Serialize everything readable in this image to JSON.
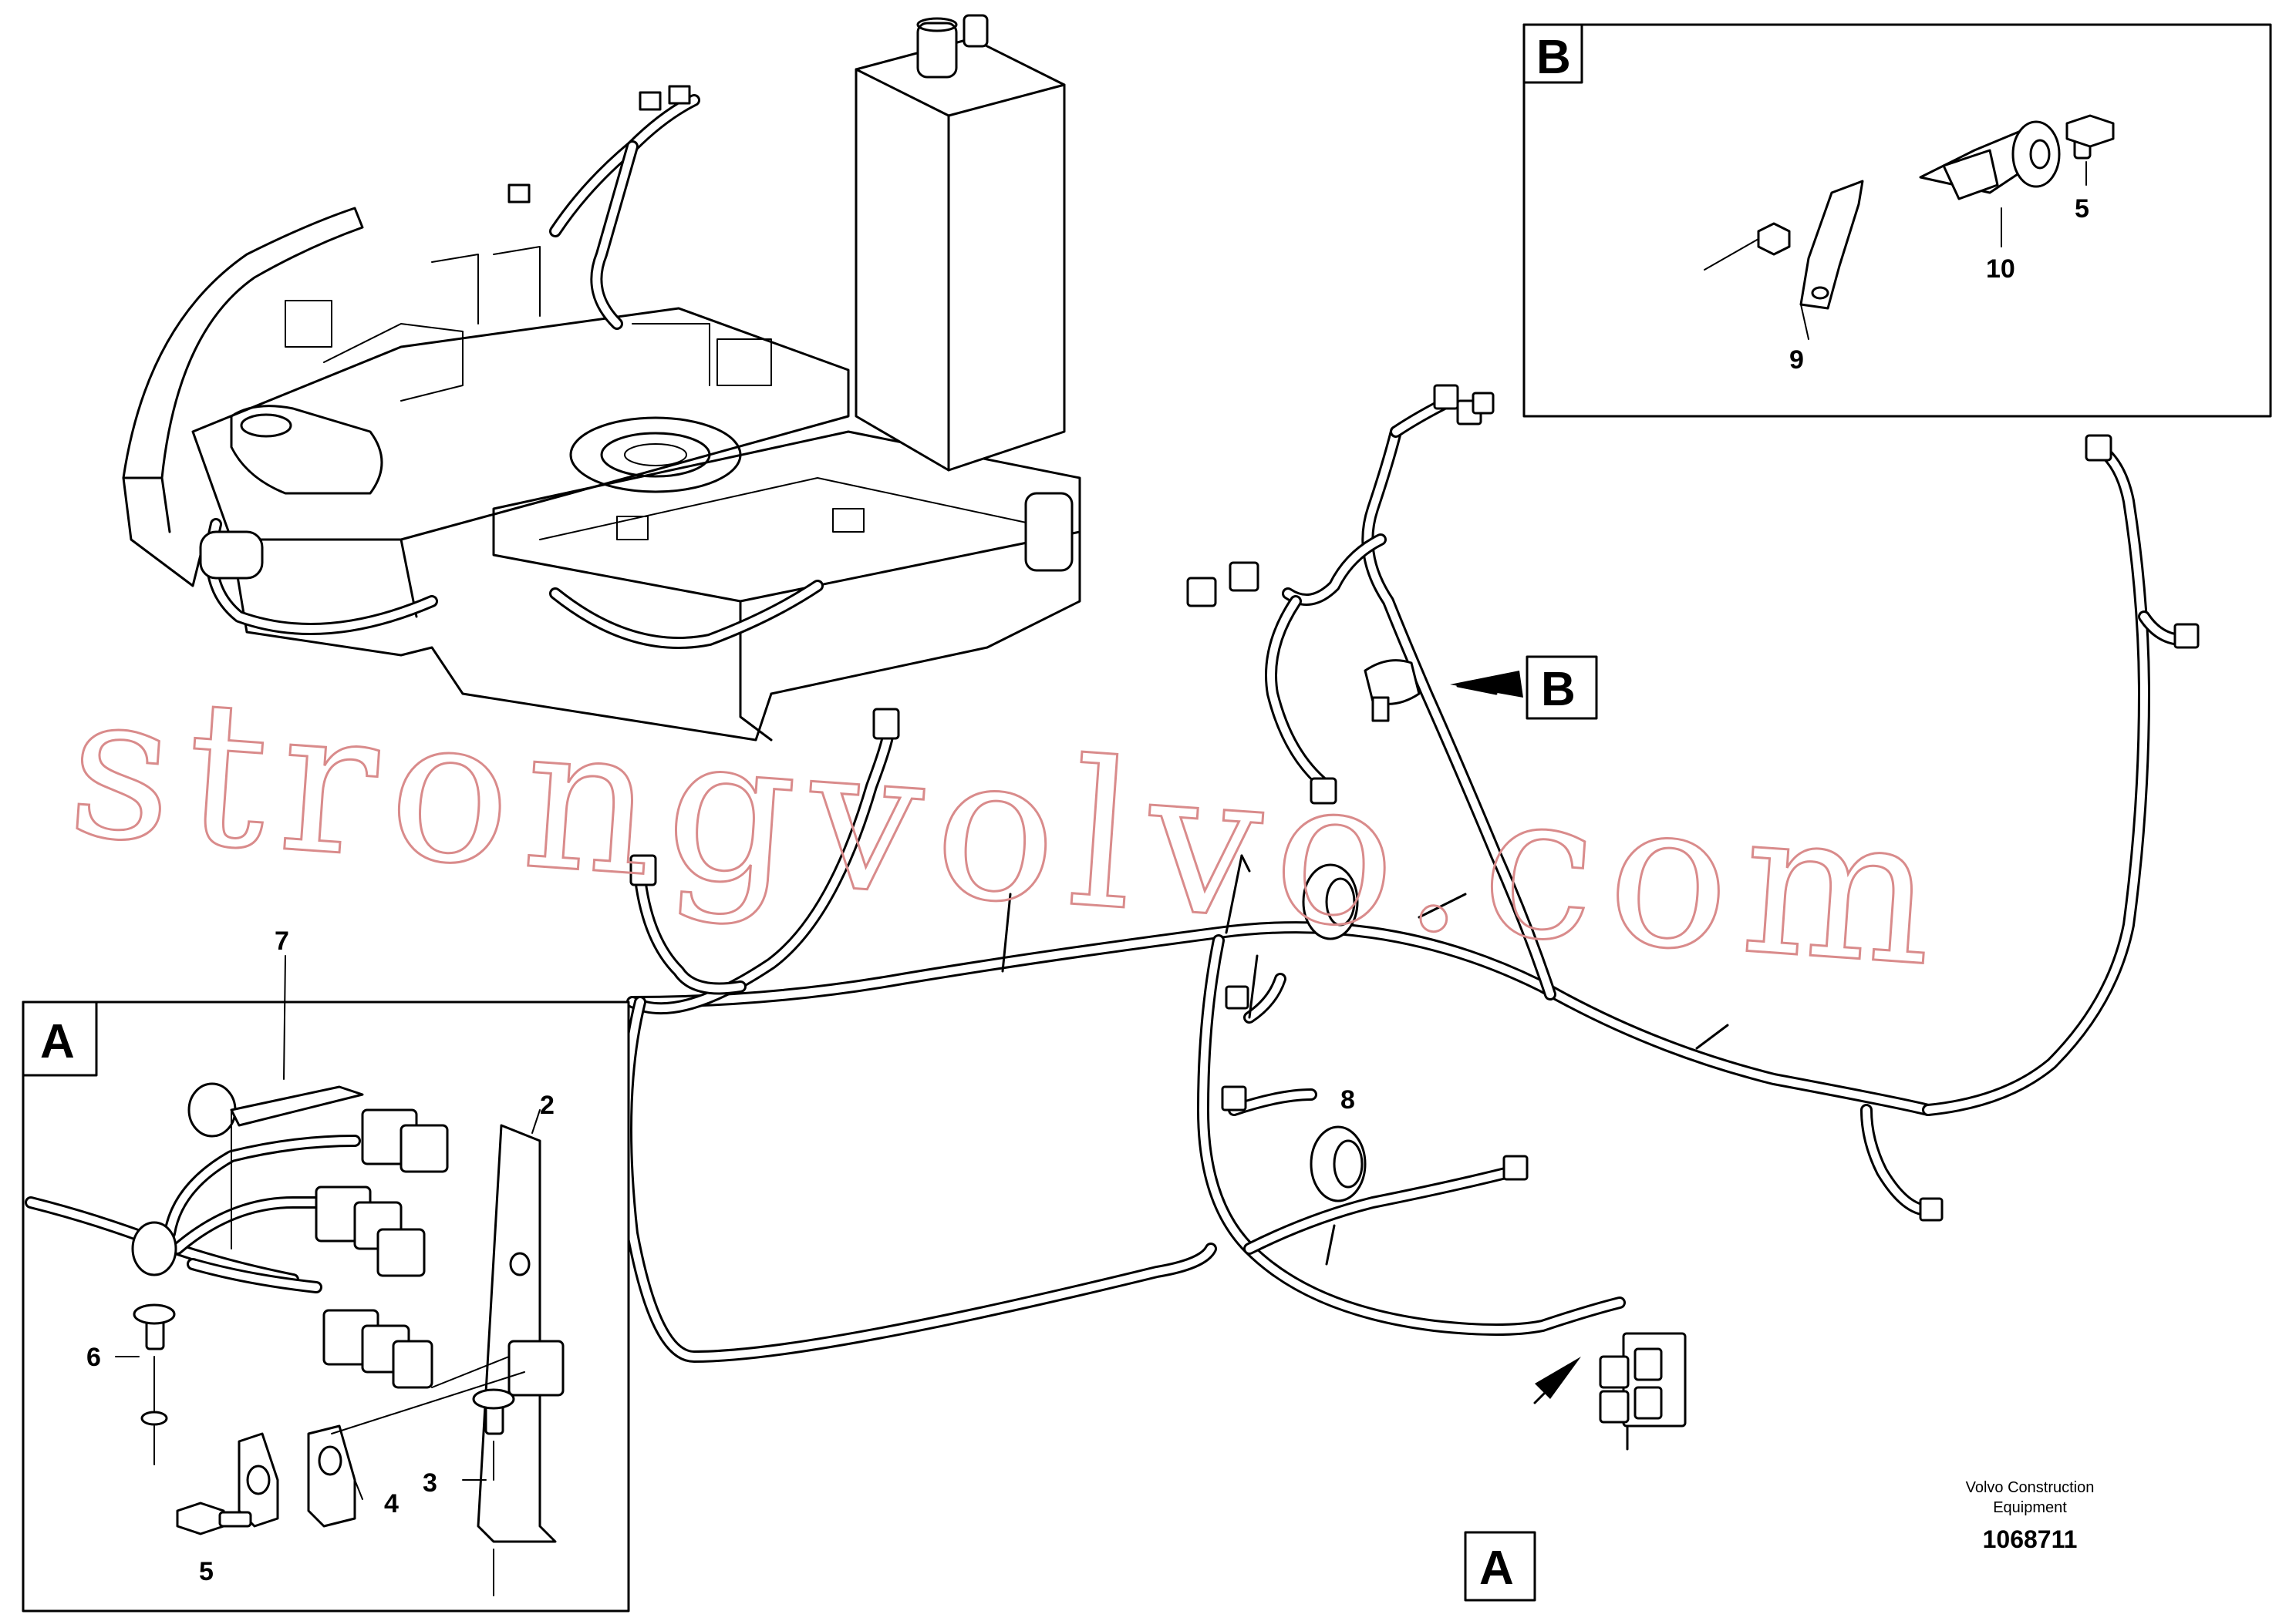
{
  "callouts": {
    "c2": "2",
    "c3": "3",
    "c4": "4",
    "c5a": "5",
    "c6": "6",
    "c7": "7",
    "c8": "8",
    "c9": "9",
    "c10": "10",
    "c5b": "5"
  },
  "detail_labels": {
    "a_box": "A",
    "b_box": "B",
    "a_pointer": "A",
    "b_pointer": "B"
  },
  "credit": {
    "line1": "Volvo Construction",
    "line2": "Equipment"
  },
  "document_number": "1068711",
  "watermark": "strongvolvo.com"
}
